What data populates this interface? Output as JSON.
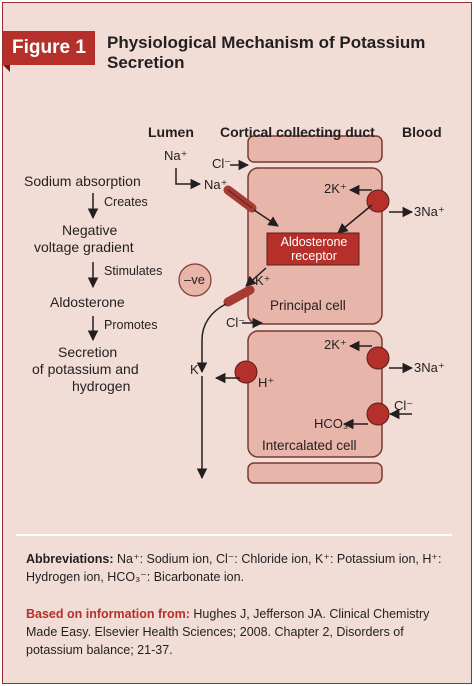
{
  "figure": {
    "label": "Figure 1",
    "title": "Physiological Mechanism of Potassium Secretion"
  },
  "headers": {
    "lumen": "Lumen",
    "duct": "Cortical collecting duct",
    "blood": "Blood"
  },
  "flow": {
    "step1": "Sodium absorption",
    "verb1": "Creates",
    "step2a": "Negative",
    "step2b": "voltage gradient",
    "verb2": "Stimulates",
    "step3": "Aldosterone",
    "verb3": "Promotes",
    "step4a": "Secretion",
    "step4b": "of potassium and",
    "step4c": "hydrogen"
  },
  "ions": {
    "na_lumen": "Na⁺",
    "cl_top": "Cl⁻",
    "na_entry": "Na⁺",
    "two_k_top": "2K⁺",
    "three_na_top": "3Na⁺",
    "k_secret": "K⁺",
    "cl_mid": "Cl⁻",
    "k_lumen": "K⁺",
    "two_k_bottom": "2K⁺",
    "three_na_bottom": "3Na⁺",
    "h_plus": "H⁺",
    "cl_bottom": "Cl⁻",
    "hco3": "HCO₃⁻",
    "negative": "–ve"
  },
  "cells": {
    "receptor": "Aldosterone receptor",
    "principal": "Principal cell",
    "intercalated": "Intercalated cell"
  },
  "abbreviations": {
    "label": "Abbreviations:",
    "text": "Na⁺: Sodium ion, Cl⁻: Chloride ion, K⁺: Potassium ion, H⁺: Hydrogen ion, HCO₃⁻: Bicarbonate ion."
  },
  "source": {
    "label": "Based on information from:",
    "text": "Hughes J, Jefferson JA. Clinical Chemistry Made Easy. Elsevier Health Sciences; 2008. Chapter 2, Disorders of potassium balance; 21-37."
  },
  "colors": {
    "accent": "#b5302b",
    "panel": "#f1dcd6",
    "cell": "#e8b5aa",
    "channel": "#a63b34"
  }
}
